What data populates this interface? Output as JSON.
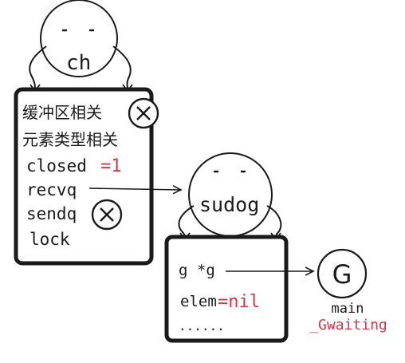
{
  "ch": {
    "name": "ch",
    "fields": {
      "buffer": "缓冲区相关",
      "elemtype": "元素类型相关",
      "closed": "closed",
      "closed_value": "=1",
      "recvq": "recvq",
      "sendq": "sendq",
      "lock": "lock"
    }
  },
  "sudog": {
    "name": "sudog",
    "fields": {
      "g": "g *g",
      "elem": "elem",
      "elem_value": "=nil",
      "more": "......"
    }
  },
  "goroutine": {
    "label": "G",
    "name": "main",
    "status": "_Gwaiting"
  },
  "icons": [
    "face-ch",
    "face-sudog",
    "x-mark-icon",
    "arrow-icon"
  ],
  "colors": {
    "accent": "#d9364a",
    "ink": "#1a1a1a"
  }
}
